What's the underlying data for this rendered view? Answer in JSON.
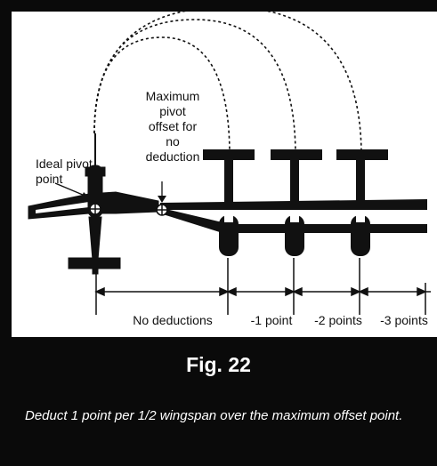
{
  "labels": {
    "max_offset": "Maximum\npivot\noffset for\nno\ndeduction",
    "ideal_pivot": "Ideal pivot\npoint"
  },
  "segments": [
    {
      "label": "No deductions"
    },
    {
      "label": "-1 point"
    },
    {
      "label": "-2 points"
    },
    {
      "label": "-3 points"
    }
  ],
  "figure": {
    "title": "Fig. 22",
    "caption": "Deduct 1 point per 1/2 wingspan over the maximum offset point."
  },
  "colors": {
    "frame": "#0a0a0a",
    "panel": "#ffffff",
    "ink": "#111111"
  }
}
